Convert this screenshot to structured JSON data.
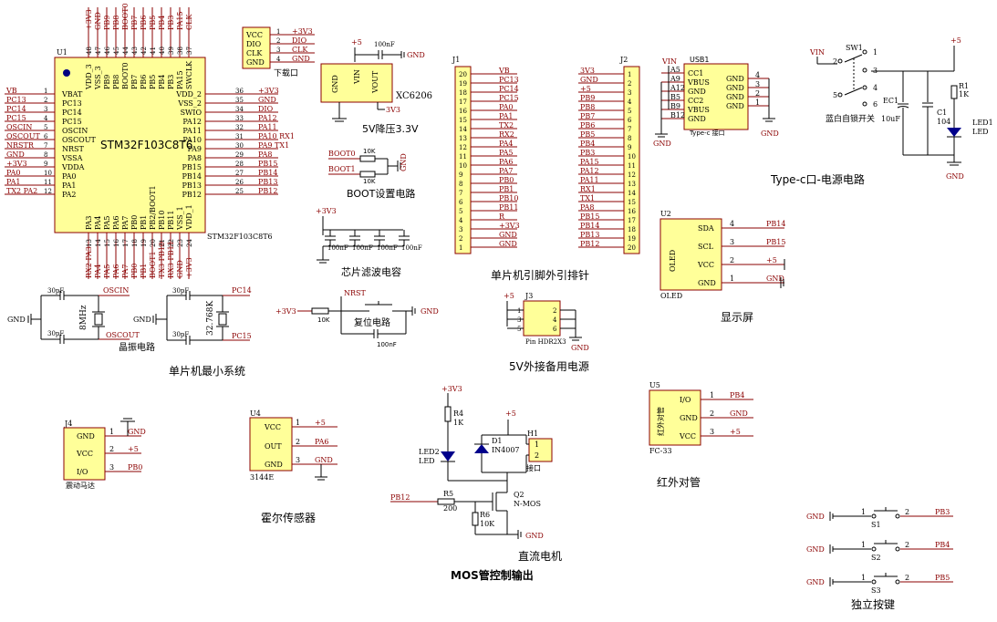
{
  "mcu": {
    "ref": "U1",
    "part": "STM32F103C8T6",
    "part_bottom": "STM32F103C8T6",
    "caption": "单片机最小系统",
    "left_pins": [
      {
        "net": "VB",
        "num": "1",
        "name": "VBAT"
      },
      {
        "net": "PC13",
        "num": "2",
        "name": "PC13"
      },
      {
        "net": "PC14",
        "num": "3",
        "name": "PC14"
      },
      {
        "net": "PC15",
        "num": "4",
        "name": "PC15"
      },
      {
        "net": "OSCIN",
        "num": "5",
        "name": "OSCIN"
      },
      {
        "net": "OSCOUT",
        "num": "6",
        "name": "OSCOUT"
      },
      {
        "net": "NRSTR",
        "num": "7",
        "name": "NRST"
      },
      {
        "net": "GND",
        "num": "8",
        "name": "VSSA"
      },
      {
        "net": "+3V3",
        "num": "9",
        "name": "VDDA"
      },
      {
        "net": "PA0",
        "num": "10",
        "name": "PA0"
      },
      {
        "net": "PA1",
        "num": "11",
        "name": "PA1"
      },
      {
        "net": "TX2 PA2",
        "num": "12",
        "name": "PA2"
      }
    ],
    "right_pins": [
      {
        "net": "+3V3",
        "num": "36",
        "name": "VDD_2"
      },
      {
        "net": "GND",
        "num": "35",
        "name": "VSS_2"
      },
      {
        "net": "DIO",
        "num": "34",
        "name": "SWIO"
      },
      {
        "net": "PA12",
        "num": "33",
        "name": "PA12"
      },
      {
        "net": "PA11",
        "num": "32",
        "name": "PA11"
      },
      {
        "net": "PA10 RX1",
        "num": "31",
        "name": "PA10"
      },
      {
        "net": "PA9 TX1",
        "num": "30",
        "name": "PA9"
      },
      {
        "net": "PA8",
        "num": "29",
        "name": "PA8"
      },
      {
        "net": "PB15",
        "num": "28",
        "name": "PB15"
      },
      {
        "net": "PB14",
        "num": "27",
        "name": "PB14"
      },
      {
        "net": "PB13",
        "num": "26",
        "name": "PB13"
      },
      {
        "net": "PB12",
        "num": "25",
        "name": "PB12"
      }
    ],
    "top_pins": [
      {
        "net": "+3V3",
        "num": "48",
        "name": "VDD_3"
      },
      {
        "net": "GND",
        "num": "47",
        "name": "VSS_3"
      },
      {
        "net": "PB9",
        "num": "46",
        "name": "PB9"
      },
      {
        "net": "PB8",
        "num": "45",
        "name": "PB8"
      },
      {
        "net": "BOOT0",
        "num": "44",
        "name": "BOOT0"
      },
      {
        "net": "PB7",
        "num": "43",
        "name": "PB7"
      },
      {
        "net": "PB6",
        "num": "42",
        "name": "PB6"
      },
      {
        "net": "PB5",
        "num": "41",
        "name": "PB5"
      },
      {
        "net": "PB4",
        "num": "40",
        "name": "PB4"
      },
      {
        "net": "PB3",
        "num": "39",
        "name": "PB3"
      },
      {
        "net": "PA15",
        "num": "38",
        "name": "PA15"
      },
      {
        "net": "CLK",
        "num": "37",
        "name": "SWCLK"
      }
    ],
    "bottom_pins": [
      {
        "net": "RX2 PA3",
        "num": "13",
        "name": "PA3"
      },
      {
        "net": "PA4",
        "num": "14",
        "name": "PA4"
      },
      {
        "net": "PA5",
        "num": "15",
        "name": "PA5"
      },
      {
        "net": "PA6",
        "num": "16",
        "name": "PA6"
      },
      {
        "net": "PA7",
        "num": "17",
        "name": "PA7"
      },
      {
        "net": "PB0",
        "num": "18",
        "name": "PB0"
      },
      {
        "net": "PB1",
        "num": "19",
        "name": "PB1"
      },
      {
        "net": "BOOT1",
        "num": "20",
        "name": "PB2/BOOT1"
      },
      {
        "net": "TX3 PB10",
        "num": "21",
        "name": "PB10"
      },
      {
        "net": "RX3 PB11",
        "num": "22",
        "name": "PB11"
      },
      {
        "net": "GND",
        "num": "23",
        "name": "VSS_1"
      },
      {
        "net": "+3V3",
        "num": "24",
        "name": "VDD_1"
      }
    ]
  },
  "download": {
    "caption": "下载口",
    "pins": [
      {
        "name": "VCC",
        "num": "1",
        "net": "+3V3"
      },
      {
        "name": "DIO",
        "num": "2",
        "net": "DIO"
      },
      {
        "name": "CLK",
        "num": "3",
        "net": "CLK"
      },
      {
        "name": "GND",
        "num": "4",
        "net": "GND"
      }
    ]
  },
  "ldo": {
    "part": "XC6206",
    "caption": "5V降压3.3V",
    "vin": "VIN",
    "vout": "VOUT",
    "gnd": "GND",
    "in_net": "+5",
    "out_net": "3V3",
    "cap": "100nF",
    "gnd_net": "GND"
  },
  "boot": {
    "caption": "BOOT设置电路",
    "r1_net": "BOOT0",
    "r1_val": "10K",
    "r2_net": "BOOT1",
    "r2_val": "10K",
    "gnd": "GND"
  },
  "filter": {
    "caption": "芯片滤波电容",
    "net": "+3V3",
    "caps": [
      "100nF",
      "100nF",
      "100nF",
      "100nF"
    ]
  },
  "crystal": {
    "caption": "晶振电路",
    "gnd": "GND",
    "x1": {
      "val": "8MHz",
      "in": "OSCIN",
      "out": "OSCOUT",
      "cap1": "30pF",
      "cap2": "30pF"
    },
    "x2": {
      "val": "32.768K",
      "in": "PC14",
      "out": "PC15",
      "cap1": "30pF",
      "cap2": "30pF"
    }
  },
  "reset": {
    "caption": "复位电路",
    "net_in": "+3V3",
    "r": "10K",
    "label": "NRST",
    "gnd": "GND",
    "cap": "100nF"
  },
  "j1": {
    "ref": "J1",
    "caption": "单片机引脚外引排针",
    "rows": [
      {
        "num": "20",
        "net": "VB"
      },
      {
        "num": "19",
        "net": "PC13"
      },
      {
        "num": "18",
        "net": "PC14"
      },
      {
        "num": "17",
        "net": "PC15"
      },
      {
        "num": "16",
        "net": "PA0"
      },
      {
        "num": "15",
        "net": "PA1"
      },
      {
        "num": "14",
        "net": "TX2"
      },
      {
        "num": "13",
        "net": "RX2"
      },
      {
        "num": "12",
        "net": "PA4"
      },
      {
        "num": "11",
        "net": "PA5"
      },
      {
        "num": "10",
        "net": "PA6"
      },
      {
        "num": "9",
        "net": "PA7"
      },
      {
        "num": "8",
        "net": "PB0"
      },
      {
        "num": "7",
        "net": "PB1"
      },
      {
        "num": "6",
        "net": "PB10"
      },
      {
        "num": "5",
        "net": "PB11"
      },
      {
        "num": "4",
        "net": "R"
      },
      {
        "num": "3",
        "net": "+3V3"
      },
      {
        "num": "2",
        "net": "GND"
      },
      {
        "num": "1",
        "net": "GND"
      }
    ]
  },
  "j2": {
    "ref": "J2",
    "rows": [
      {
        "num": "1",
        "net": "3V3"
      },
      {
        "num": "2",
        "net": "GND"
      },
      {
        "num": "3",
        "net": "+5"
      },
      {
        "num": "4",
        "net": "PB9"
      },
      {
        "num": "5",
        "net": "PB8"
      },
      {
        "num": "6",
        "net": "PB7"
      },
      {
        "num": "7",
        "net": "PB6"
      },
      {
        "num": "8",
        "net": "PB5"
      },
      {
        "num": "9",
        "net": "PB4"
      },
      {
        "num": "10",
        "net": "PB3"
      },
      {
        "num": "11",
        "net": "PA15"
      },
      {
        "num": "12",
        "net": "PA12"
      },
      {
        "num": "13",
        "net": "PA11"
      },
      {
        "num": "14",
        "net": "RX1"
      },
      {
        "num": "15",
        "net": "TX1"
      },
      {
        "num": "16",
        "net": "PA8"
      },
      {
        "num": "17",
        "net": "PB15"
      },
      {
        "num": "18",
        "net": "PB14"
      },
      {
        "num": "19",
        "net": "PB13"
      },
      {
        "num": "20",
        "net": "PB12"
      }
    ]
  },
  "ext5v": {
    "ref": "J3",
    "part": "Pin HDR2X3",
    "caption": "5V外接备用电源",
    "net": "+5",
    "gnd": "GND",
    "pins": [
      "1",
      "2",
      "3",
      "4",
      "5",
      "6"
    ]
  },
  "usb": {
    "ref": "USB1",
    "caption": "Type-c 接口",
    "vin": "VIN",
    "gnd": "GND",
    "left": [
      {
        "n": "A5",
        "s": "CC1"
      },
      {
        "n": "A9",
        "s": "VBUS"
      },
      {
        "n": "A12",
        "s": "GND"
      },
      {
        "n": "B5",
        "s": "CC2"
      },
      {
        "n": "B9",
        "s": "VBUS"
      },
      {
        "n": "B12",
        "s": "GND"
      }
    ],
    "right": [
      {
        "s": "GND",
        "n": "4"
      },
      {
        "s": "GND",
        "n": "3"
      },
      {
        "s": "GND",
        "n": "2"
      },
      {
        "s": "GND",
        "n": "1"
      }
    ]
  },
  "power": {
    "caption": "Type-c口-电源电路",
    "sw": "SW1",
    "sw_caption": "蓝白自锁开关",
    "vin": "VIN",
    "net": "+5",
    "ec": "EC1",
    "ec_val": "10uF",
    "c": "C1",
    "c_val": "104",
    "r": "R1",
    "r_val": "1K",
    "led": "LED1",
    "led_val": "LED",
    "gnd": "GND",
    "sw_pins": [
      "1",
      "2",
      "3",
      "4",
      "5",
      "6"
    ]
  },
  "oled": {
    "ref": "U2",
    "part": "OLED",
    "label": "OLED",
    "caption": "显示屏",
    "pins": [
      {
        "s": "SDA",
        "n": "4",
        "net": "PB14"
      },
      {
        "s": "SCL",
        "n": "3",
        "net": "PB15"
      },
      {
        "s": "VCC",
        "n": "2",
        "net": "+5"
      },
      {
        "s": "GND",
        "n": "1",
        "net": "GND"
      }
    ]
  },
  "vibration": {
    "ref": "J4",
    "caption": "震动马达",
    "pins": [
      {
        "s": "GND",
        "n": "1",
        "net": "GND"
      },
      {
        "s": "VCC",
        "n": "2",
        "net": "+5"
      },
      {
        "s": "I/O",
        "n": "3",
        "net": "PB0"
      }
    ]
  },
  "hall": {
    "ref": "U4",
    "part": "3144E",
    "caption": "霍尔传感器",
    "pins": [
      {
        "s": "VCC",
        "n": "1",
        "net": "+5"
      },
      {
        "s": "OUT",
        "n": "2",
        "net": "PA6"
      },
      {
        "s": "GND",
        "n": "3",
        "net": "GND"
      }
    ]
  },
  "motor": {
    "caption": "直流电机",
    "caption2": "MOS管控制输出",
    "net_33": "+3V3",
    "r4": "R4",
    "r4_val": "1K",
    "led": "LED2",
    "led_val": "LED",
    "d1": "D1",
    "d1_val": "IN4007",
    "net_5": "+5",
    "h1": "H1",
    "h1_val": "接口",
    "h1_pins": [
      "1",
      "2"
    ],
    "ctrl": "PB12",
    "r5": "R5",
    "r5_val": "200",
    "r6": "R6",
    "r6_val": "10K",
    "q": "Q2",
    "q_val": "N-MOS",
    "gnd": "GND"
  },
  "ir": {
    "ref": "U5",
    "part": "FC-33",
    "label": "红外对管",
    "caption": "红外对管",
    "pins": [
      {
        "s": "I/O",
        "n": "1",
        "net": "PB4"
      },
      {
        "s": "GND",
        "n": "2",
        "net": "GND"
      },
      {
        "s": "VCC",
        "n": "3",
        "net": "+5"
      }
    ]
  },
  "keys": {
    "caption": "独立按键",
    "items": [
      {
        "ref": "S1",
        "gnd": "GND",
        "p1": "1",
        "p2": "2",
        "net": "PB3"
      },
      {
        "ref": "S2",
        "gnd": "GND",
        "p1": "1",
        "p2": "2",
        "net": "PB4"
      },
      {
        "ref": "S3",
        "gnd": "GND",
        "p1": "1",
        "p2": "2",
        "net": "PB5"
      }
    ]
  }
}
